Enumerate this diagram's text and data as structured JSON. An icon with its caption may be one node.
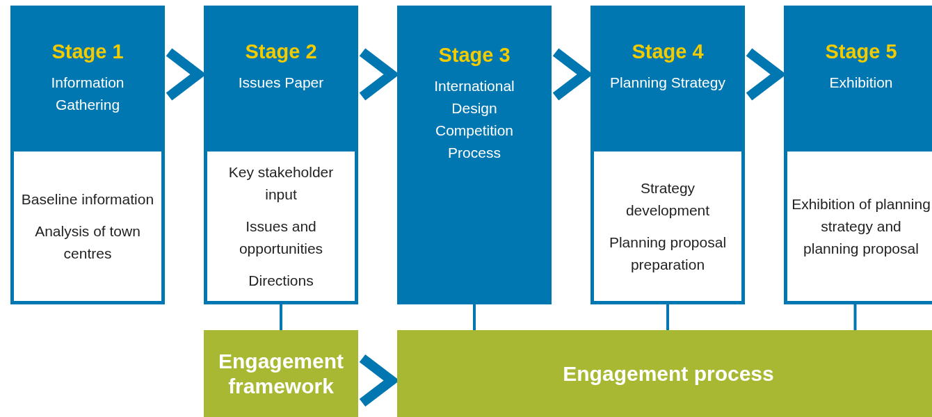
{
  "diagram": {
    "nodes": [
      {
        "text": [
          "Stage 1",
          "Information Gathering",
          "Baseline information",
          "Analysis of town centres"
        ]
      },
      {
        "text": [
          "Stage 2",
          "Issues Paper",
          "Key stakeholder input",
          "Issues and opportunities",
          "Directions"
        ]
      },
      {
        "text": [
          "Stage 3",
          "International Design Competition Process"
        ]
      },
      {
        "text": [
          "Stage 4",
          "Planning Strategy",
          "Strategy development",
          "Planning proposal preparation"
        ]
      },
      {
        "text": [
          "Stage 5",
          "Exhibition",
          "Exhibition of planning strategy and planning proposal"
        ]
      },
      {
        "text": [
          "Engagement framework"
        ]
      },
      {
        "text": [
          "Engagement process"
        ]
      }
    ],
    "edges": [
      {
        "from": 0,
        "to": 1,
        "arrow": "to"
      },
      {
        "from": 1,
        "to": 2,
        "arrow": "to"
      },
      {
        "from": 2,
        "to": 3,
        "arrow": "to"
      },
      {
        "from": 3,
        "to": 4,
        "arrow": "to"
      },
      {
        "from": 5,
        "to": 6,
        "arrow": "to"
      },
      {
        "from": 1,
        "to": 5,
        "arrow": "none"
      },
      {
        "from": 2,
        "to": 6,
        "arrow": "none"
      },
      {
        "from": 3,
        "to": 6,
        "arrow": "none"
      },
      {
        "from": 4,
        "to": 6,
        "arrow": "none"
      }
    ]
  }
}
